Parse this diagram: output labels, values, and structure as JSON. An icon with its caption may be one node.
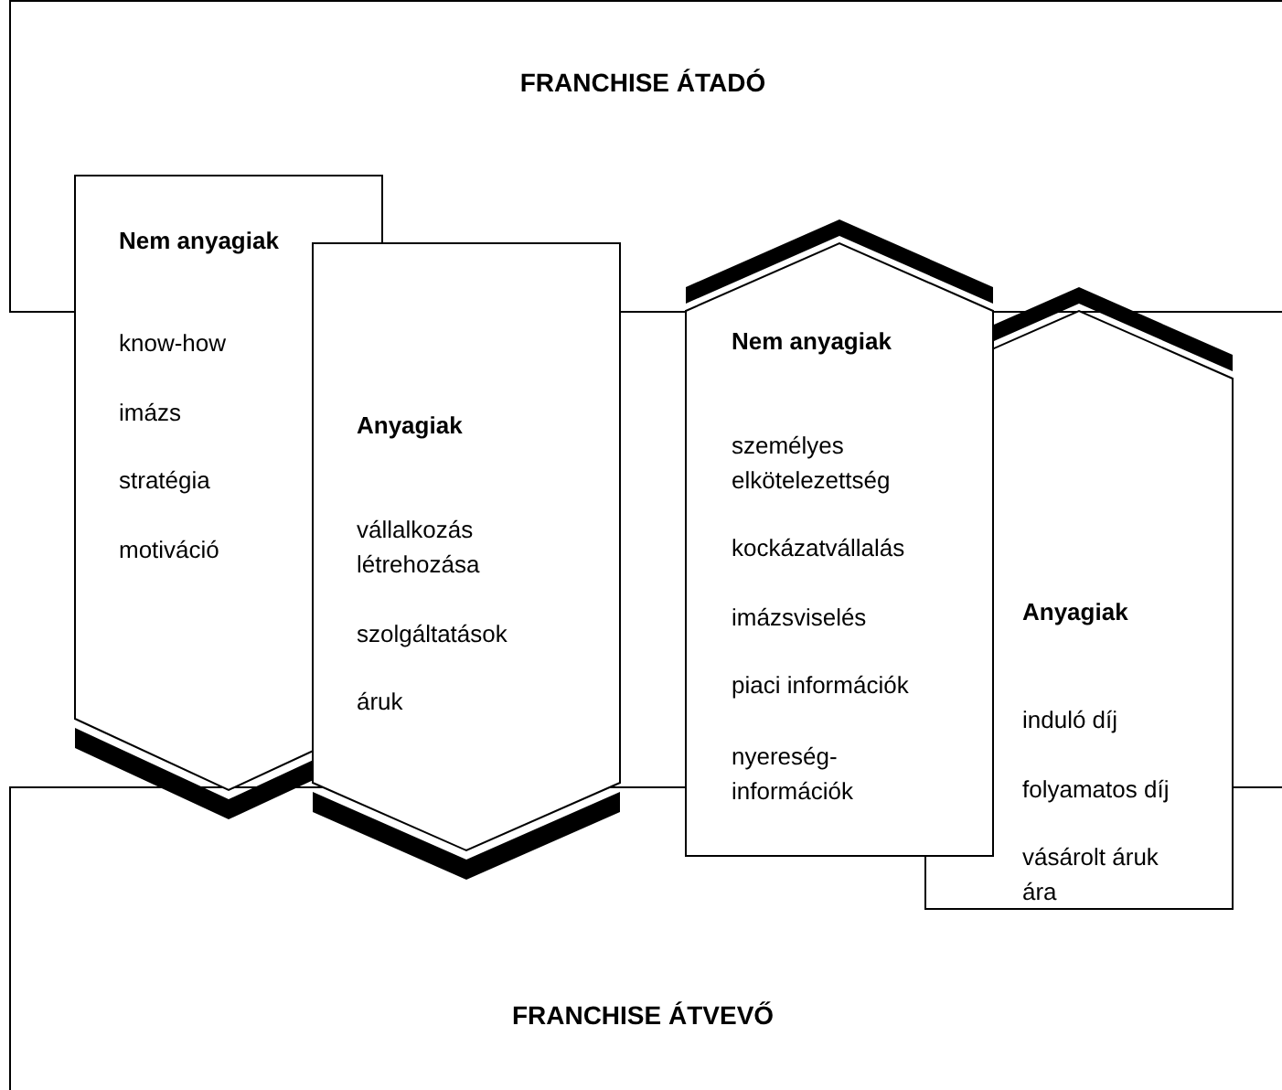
{
  "diagram": {
    "nodes": [
      {
        "text": [
          "FRANCHISE ÁTADÓ"
        ]
      },
      {
        "text": [
          "FRANCHISE ÁTVEVŐ"
        ]
      },
      {
        "text": [
          "Nem anyagiak",
          "know-how",
          "imázs",
          "stratégia",
          "motiváció"
        ]
      },
      {
        "text": [
          "Anyagiak",
          "vállalkozás létrehozása",
          "szolgáltatások",
          "áruk"
        ]
      },
      {
        "text": [
          "Nem anyagiak",
          "személyes elkötelezettség",
          "kockázatvállalás",
          "imázsviselés",
          "piaci információk",
          "nyereség- információk"
        ]
      },
      {
        "text": [
          "Anyagiak",
          "induló díj",
          "folyamatos díj",
          "vásárolt áruk ára"
        ]
      }
    ],
    "edges": []
  }
}
